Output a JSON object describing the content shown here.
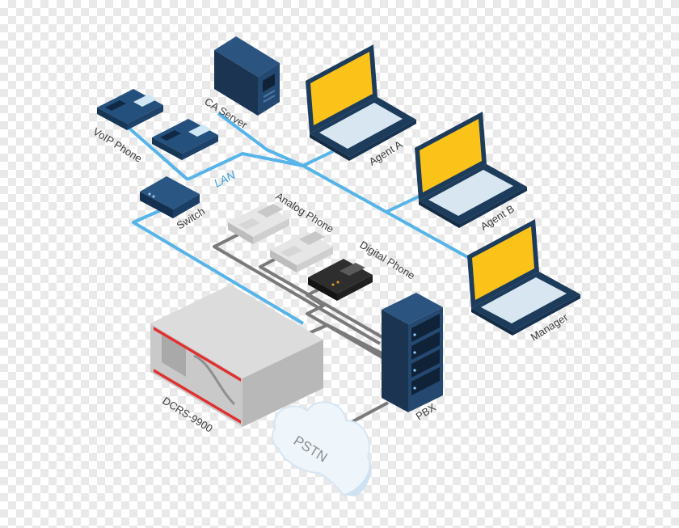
{
  "labels": {
    "ca_server": "CA Server",
    "voip_phone": "VoIP Phone",
    "lan": "LAN",
    "switch": "Switch",
    "analog_phone": "Analog Phone",
    "digital_phone": "Digital Phone",
    "agent_a": "Agent A",
    "agent_b": "Agent B",
    "manager": "Manager",
    "dcrs": "DCRS-9900",
    "pbx": "PBX",
    "pstn": "PSTN"
  },
  "colors": {
    "lan_link": "#56b4e9",
    "phone_link": "#7a7a7a",
    "navy": "#1d3b5a",
    "screen": "#fbc31a",
    "recorder_accent": "#e03030"
  },
  "icons": [
    "server-tower-icon",
    "ip-phone-icon",
    "network-switch-icon",
    "analog-phone-icon",
    "digital-phone-icon",
    "laptop-icon",
    "recorder-rack-icon",
    "pbx-cabinet-icon",
    "cloud-icon"
  ]
}
